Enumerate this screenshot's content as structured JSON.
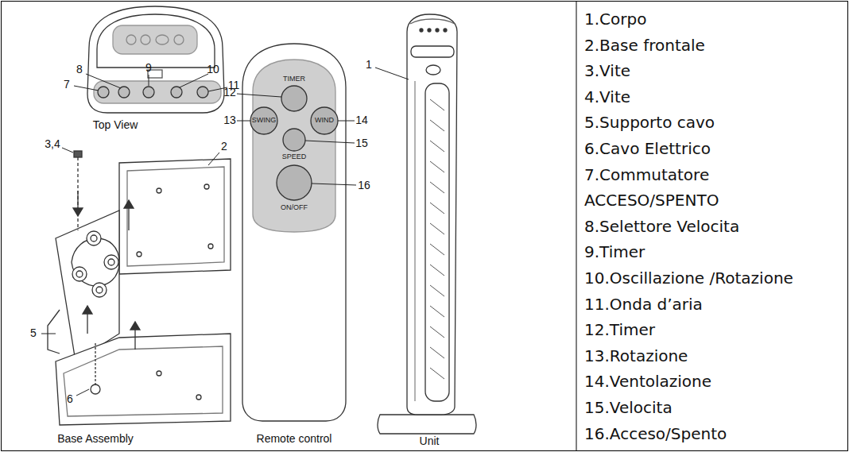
{
  "diagram": {
    "labels": [
      "8",
      "10",
      "7",
      "9",
      "11",
      "Top View",
      "3,4",
      "2",
      "5",
      "6",
      "Base Assembly",
      "12",
      "TIMER",
      "13",
      "SWING",
      "WIND",
      "14",
      "15",
      "SPEED",
      "16",
      "ON/OFF",
      "Remote control",
      "Unit",
      "1",
      "1.Corpo",
      "2.Base frontale",
      "3.Vite",
      "4.Vite",
      "5.Supporto cavo",
      "6.Cavo Elettrico",
      "7.Commutatore ACCESO/SPENTO",
      "8.Selettore Velocita",
      "9.Timer",
      "10.Oscillazione /Rotazione",
      "11.Onda d’aria",
      "12.Timer",
      "13.Rotazione",
      "14.Ventolazione",
      "15.Velocita",
      "16.Acceso/Spento"
    ]
  }
}
